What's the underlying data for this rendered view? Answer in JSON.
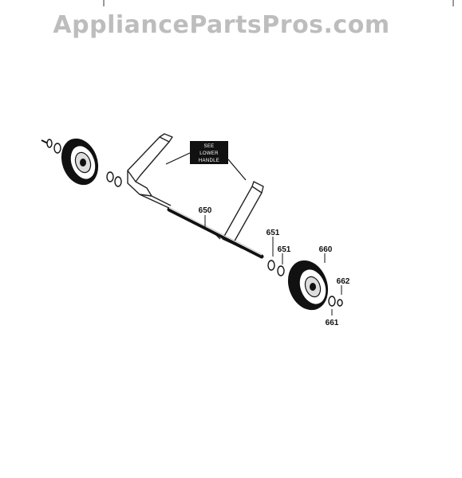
{
  "watermark": "AppliancePartsPros.com",
  "callout": {
    "lines": [
      "SEE",
      "LOWER",
      "HANDLE"
    ]
  },
  "parts": [
    {
      "id": "p650",
      "label": "650"
    },
    {
      "id": "p651a",
      "label": "651"
    },
    {
      "id": "p651b",
      "label": "651"
    },
    {
      "id": "p660",
      "label": "660"
    },
    {
      "id": "p662",
      "label": "662"
    },
    {
      "id": "p661",
      "label": "661"
    }
  ]
}
